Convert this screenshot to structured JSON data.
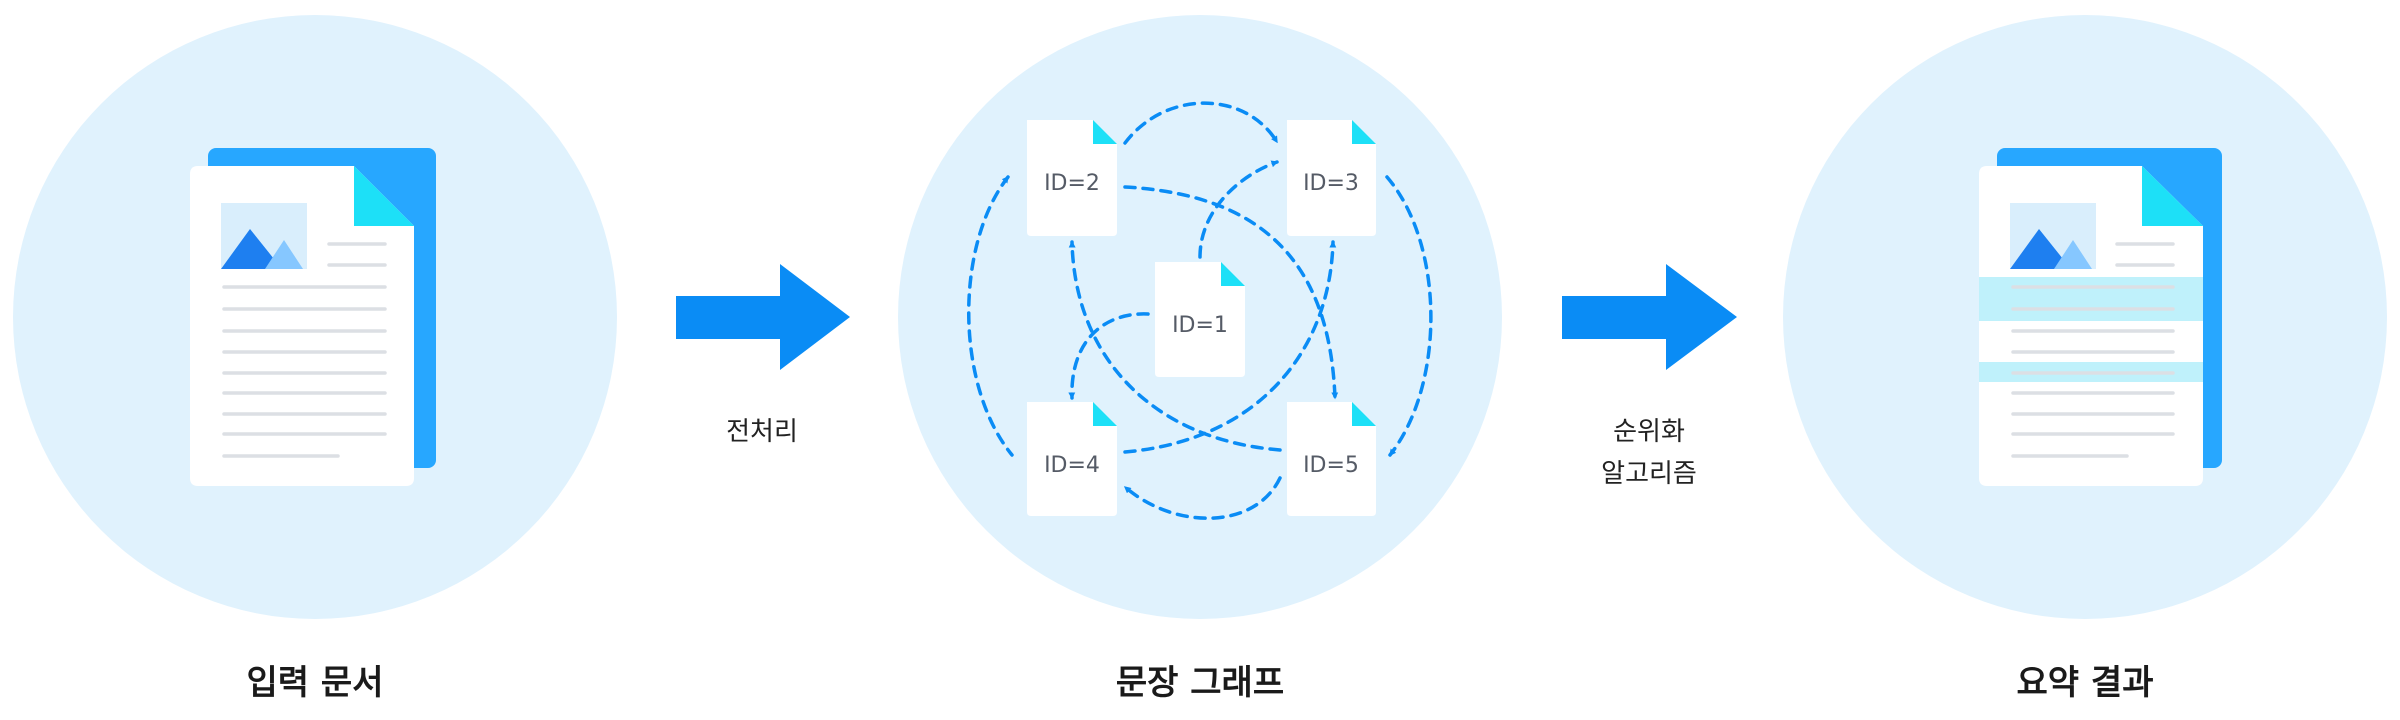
{
  "stages": {
    "input": {
      "label": "입력 문서"
    },
    "graph": {
      "label": "문장 그래프"
    },
    "result": {
      "label": "요약 결과"
    }
  },
  "steps": {
    "preprocess": {
      "label": "전처리"
    },
    "ranking": {
      "line1": "순위화",
      "line2": "알고리즘"
    }
  },
  "graph": {
    "nodes": [
      {
        "id": "1",
        "label": "ID=1"
      },
      {
        "id": "2",
        "label": "ID=2"
      },
      {
        "id": "3",
        "label": "ID=3"
      },
      {
        "id": "4",
        "label": "ID=4"
      },
      {
        "id": "5",
        "label": "ID=5"
      }
    ]
  },
  "colors": {
    "circle_bg": "#e0f2fd",
    "accent_blue": "#0a8cf5",
    "doc_back": "#27a7ff",
    "doc_fold": "#1de0f7",
    "highlight": "#bff1fb",
    "text_line": "#dcdfe4",
    "node_text": "#555b66"
  }
}
